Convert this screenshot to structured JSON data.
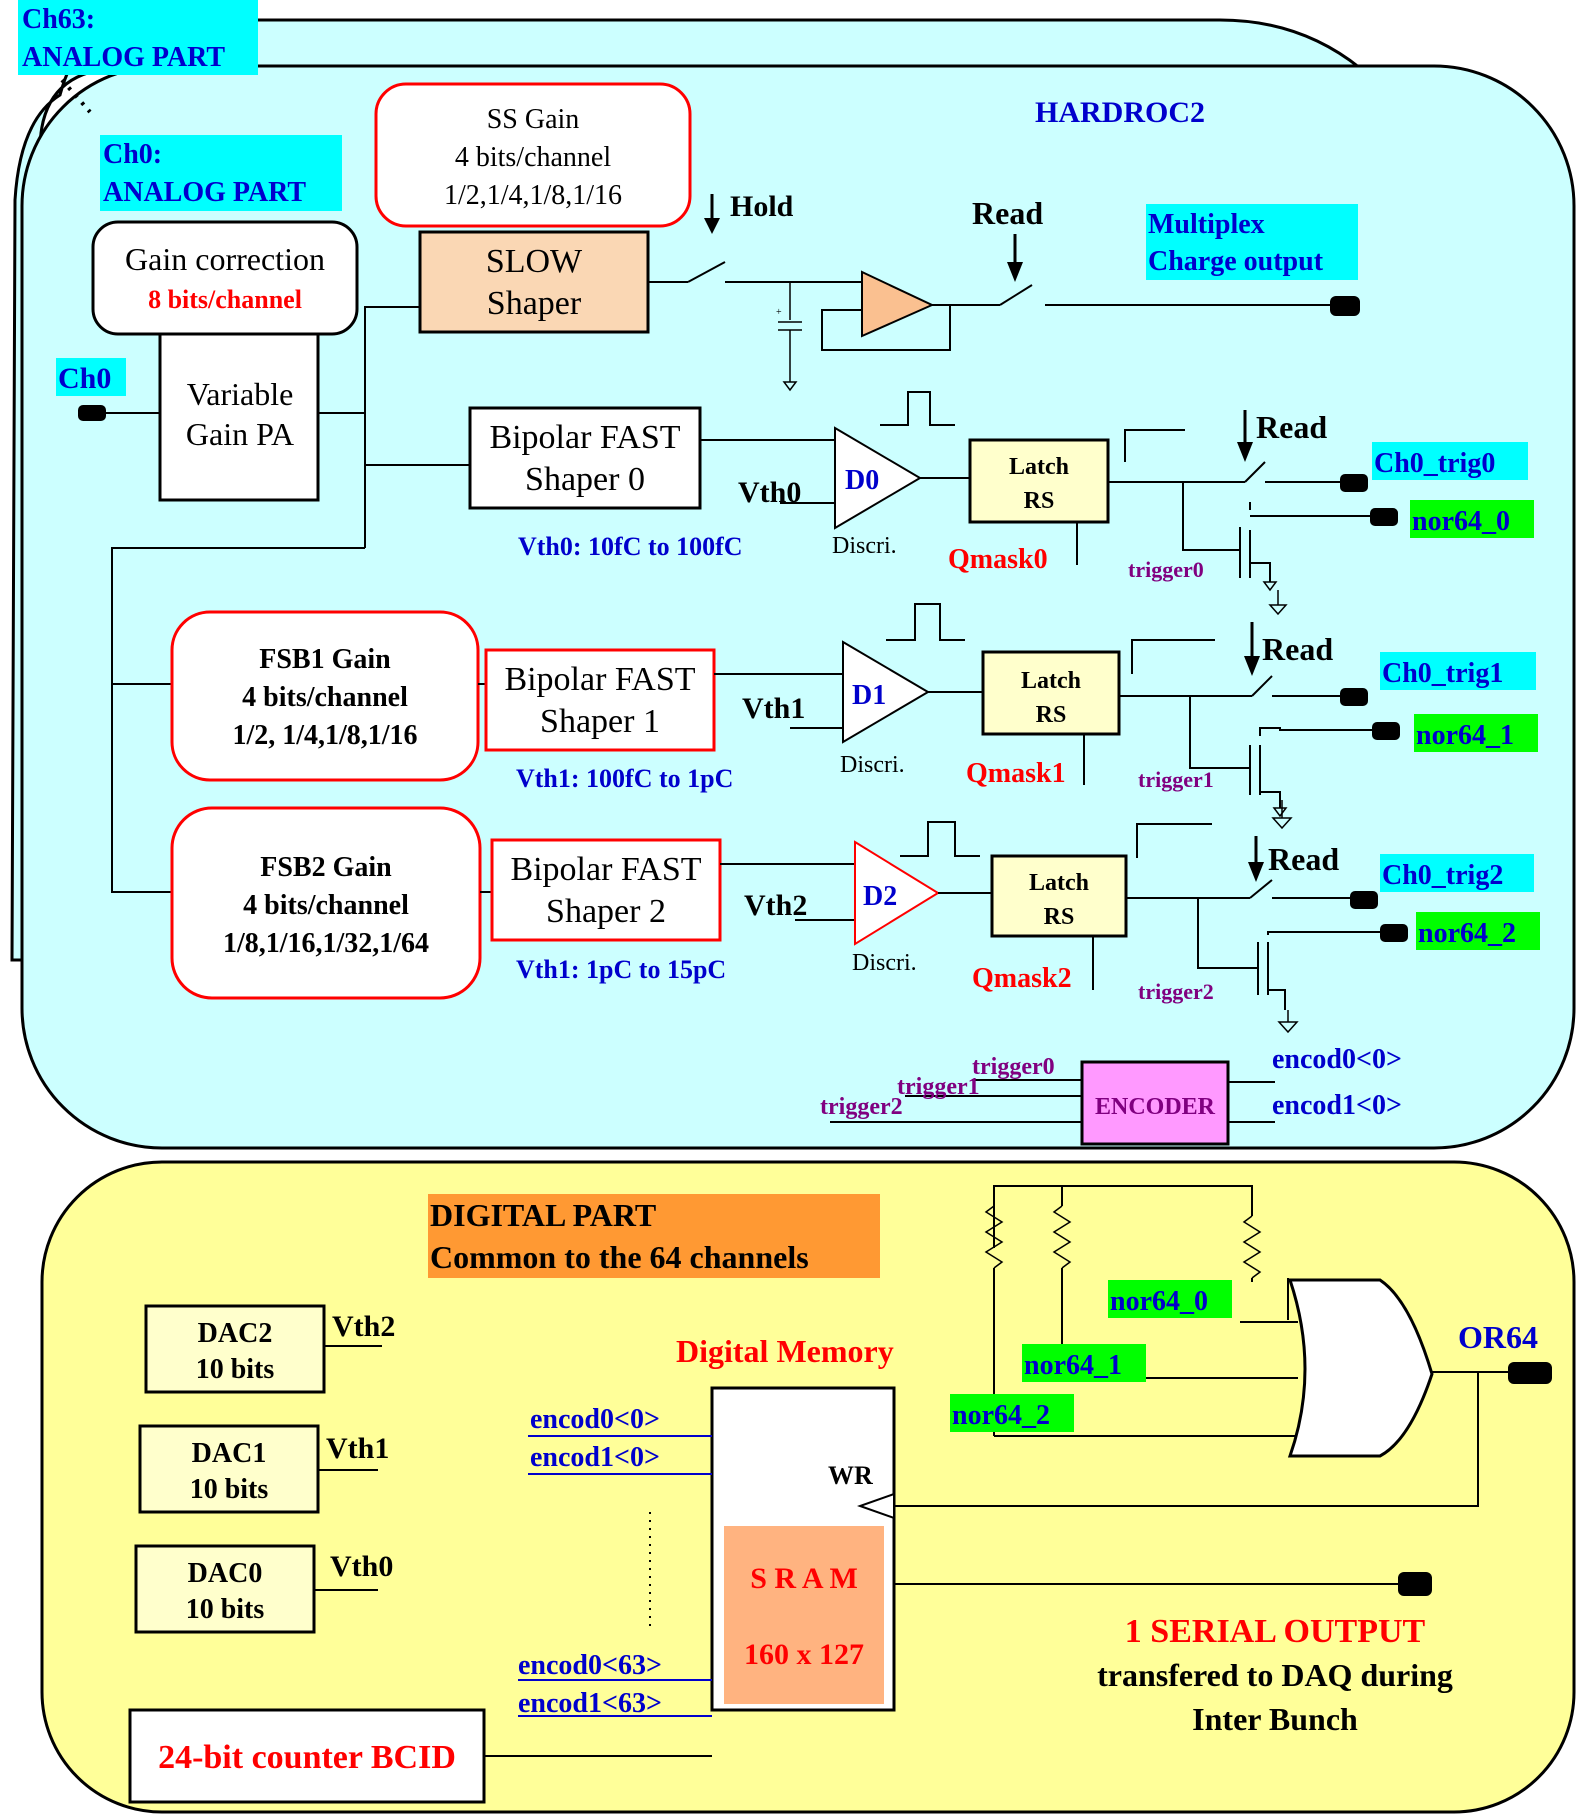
{
  "labels": {
    "ch63": "Ch63:",
    "analog_part_63": "ANALOG PART",
    "ch0_title": "Ch0:",
    "analog_part_0": "ANALOG PART",
    "hardroc": "HARDROC2",
    "ss_gain_1": "SS Gain",
    "ss_gain_2": "4 bits/channel",
    "ss_gain_3": "1/2,1/4,1/8,1/16",
    "hold": "Hold",
    "read_top": "Read",
    "multiplex_1": "Multiplex",
    "multiplex_2": "Charge output",
    "gain_corr_1": "Gain correction",
    "gain_corr_2": "8 bits/channel",
    "slow_1": "SLOW",
    "slow_2": "Shaper",
    "ch0_input": "Ch0",
    "vgpa_1": "Variable",
    "vgpa_2": "Gain PA",
    "fast0_1": "Bipolar FAST",
    "fast0_2": "Shaper 0",
    "vth0": "Vth0",
    "vth0_range": "Vth0: 10fC to 100fC",
    "d0": "D0",
    "discri": "Discri.",
    "latch": "Latch",
    "rs": "RS",
    "qmask0": "Qmask0",
    "read": "Read",
    "ch0_trig0": "Ch0_trig0",
    "nor64_0": "nor64_0",
    "trigger0": "trigger0",
    "fsb1_1": "FSB1 Gain",
    "fsb1_2": "4 bits/channel",
    "fsb1_3": "1/2, 1/4,1/8,1/16",
    "fast1_1": "Bipolar FAST",
    "fast1_2": "Shaper 1",
    "vth1": "Vth1",
    "vth1_range": "Vth1: 100fC to 1pC",
    "d1": "D1",
    "qmask1": "Qmask1",
    "ch0_trig1": "Ch0_trig1",
    "nor64_1": "nor64_1",
    "trigger1": "trigger1",
    "fsb2_1": "FSB2 Gain",
    "fsb2_2": "4 bits/channel",
    "fsb2_3": "1/8,1/16,1/32,1/64",
    "fast2_1": "Bipolar FAST",
    "fast2_2": "Shaper 2",
    "vth2": "Vth2",
    "vth2_range": "Vth1: 1pC to 15pC",
    "d2": "D2",
    "qmask2": "Qmask2",
    "ch0_trig2": "Ch0_trig2",
    "nor64_2": "nor64_2",
    "trigger2": "trigger2",
    "encoder": "ENCODER",
    "encod0_0": "encod0<0>",
    "encod1_0": "encod1<0>",
    "digital_1": "DIGITAL PART",
    "digital_2": "Common to the 64 channels",
    "dac2_1": "DAC2",
    "dac_bits": "10 bits",
    "dac1_1": "DAC1",
    "dac0_1": "DAC0",
    "digital_memory": "Digital Memory",
    "wr": "WR",
    "sram": "S R A M",
    "sram_size": "160 x 127",
    "encod0_63": "encod0<63>",
    "encod1_63": "encod1<63>",
    "bcid": "24-bit counter BCID",
    "or64": "OR64",
    "serial_1": "1 SERIAL OUTPUT",
    "serial_2": "transfered to DAQ during",
    "serial_3": "Inter Bunch",
    "plus": "+"
  },
  "colors": {
    "analog_bg": "#ccffff",
    "digital_bg": "#ffff99",
    "cyan": "#00ffff",
    "green": "#00ff00",
    "blue": "#0000cc",
    "red": "#ff0000",
    "purple": "#800080",
    "slow_fill": "#fad7b4",
    "latch_fill": "#ffffcc",
    "encoder_fill": "#ff99ff",
    "digital_title_fill": "#ff9933",
    "sram_fill": "#ffb380",
    "amp_fill": "#fac090"
  }
}
